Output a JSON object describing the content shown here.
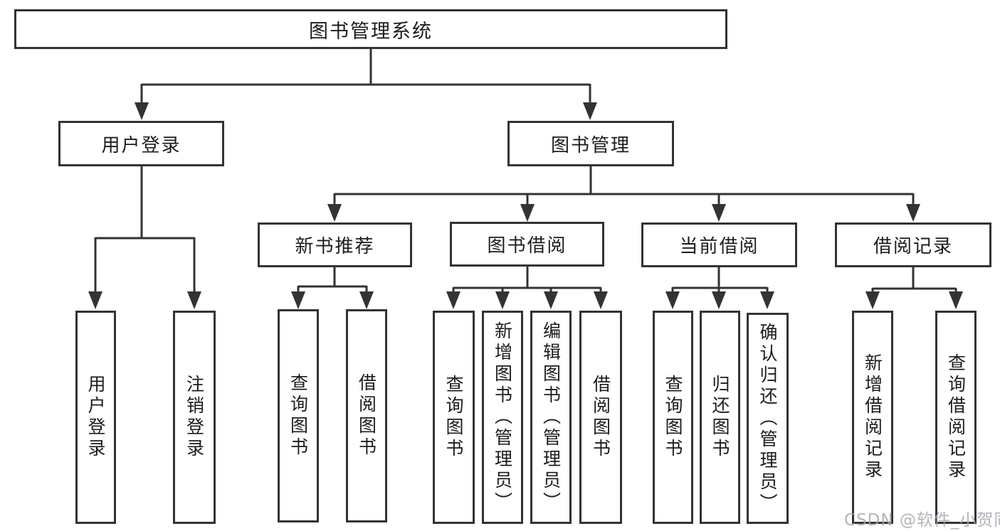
{
  "diagram": {
    "root": {
      "label": "图书管理系统"
    },
    "level2": [
      {
        "label": "用户登录"
      },
      {
        "label": "图书管理"
      }
    ],
    "level3": [
      {
        "label": "新书推荐"
      },
      {
        "label": "图书借阅"
      },
      {
        "label": "当前借阅"
      },
      {
        "label": "借阅记录"
      }
    ],
    "leaves": {
      "login": [
        {
          "label": "用户登录"
        },
        {
          "label": "注销登录"
        }
      ],
      "recommend": [
        {
          "label": "查询图书"
        },
        {
          "label": "借阅图书"
        }
      ],
      "borrow": [
        {
          "label": "查询图书"
        },
        {
          "label": "新增图书（管理员）"
        },
        {
          "label": "编辑图书（管理员）"
        },
        {
          "label": "借阅图书"
        }
      ],
      "current": [
        {
          "label": "查询图书"
        },
        {
          "label": "归还图书"
        },
        {
          "label": "确认归还（管理员）"
        }
      ],
      "records": [
        {
          "label": "新增借阅记录"
        },
        {
          "label": "查询借阅记录"
        }
      ]
    },
    "watermark": "CSDN @软件_小贺同学",
    "colors": {
      "line": "#333333",
      "box_background": "#ffffff",
      "text": "#1c1c1c",
      "watermark": "#a6a6ae"
    }
  }
}
